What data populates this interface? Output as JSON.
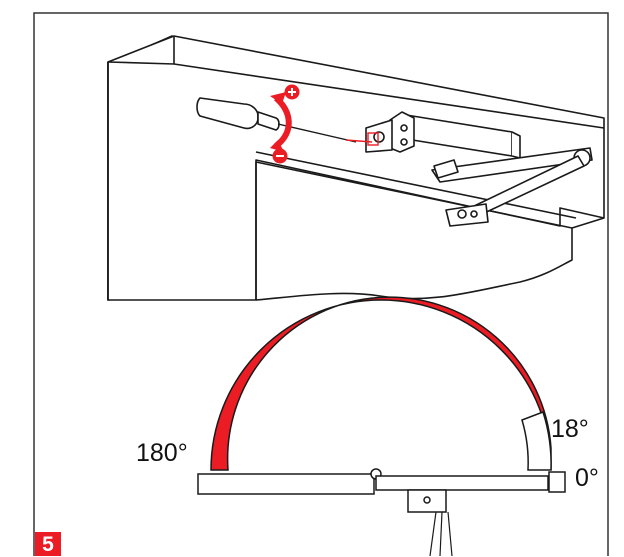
{
  "angle_labels": {
    "open_max": "180°",
    "close_start": "18°",
    "closed": "0°"
  },
  "adjustment": {
    "increase_symbol": "+",
    "decrease_symbol": "−"
  },
  "step_number": "5",
  "colors": {
    "accent_red": "#ec1c24",
    "outline": "#1a1a1a",
    "frame_border": "#333333",
    "background": "#ffffff"
  }
}
